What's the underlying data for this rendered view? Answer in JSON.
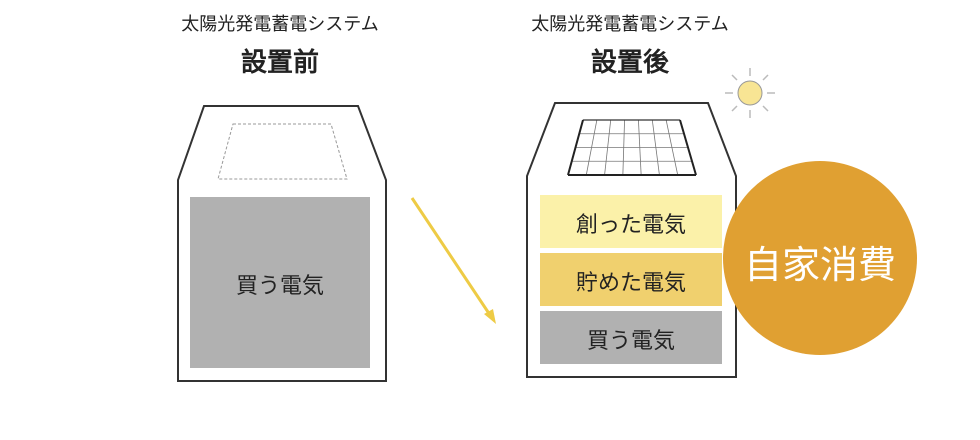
{
  "before": {
    "subtitle": "太陽光発電蓄電システム",
    "title": "設置前",
    "bought": "買う電気"
  },
  "after": {
    "subtitle": "太陽光発電蓄電システム",
    "title": "設置後",
    "created": "創った電気",
    "stored": "貯めた電気",
    "bought": "買う電気"
  },
  "self_consumption": "自家消費",
  "colors": {
    "created": "#fbf1a9",
    "stored": "#f0d06e",
    "bought": "#b1b1b1",
    "circle": "#e0a032",
    "arrow": "#eecb45",
    "sun": "#f8e594"
  }
}
